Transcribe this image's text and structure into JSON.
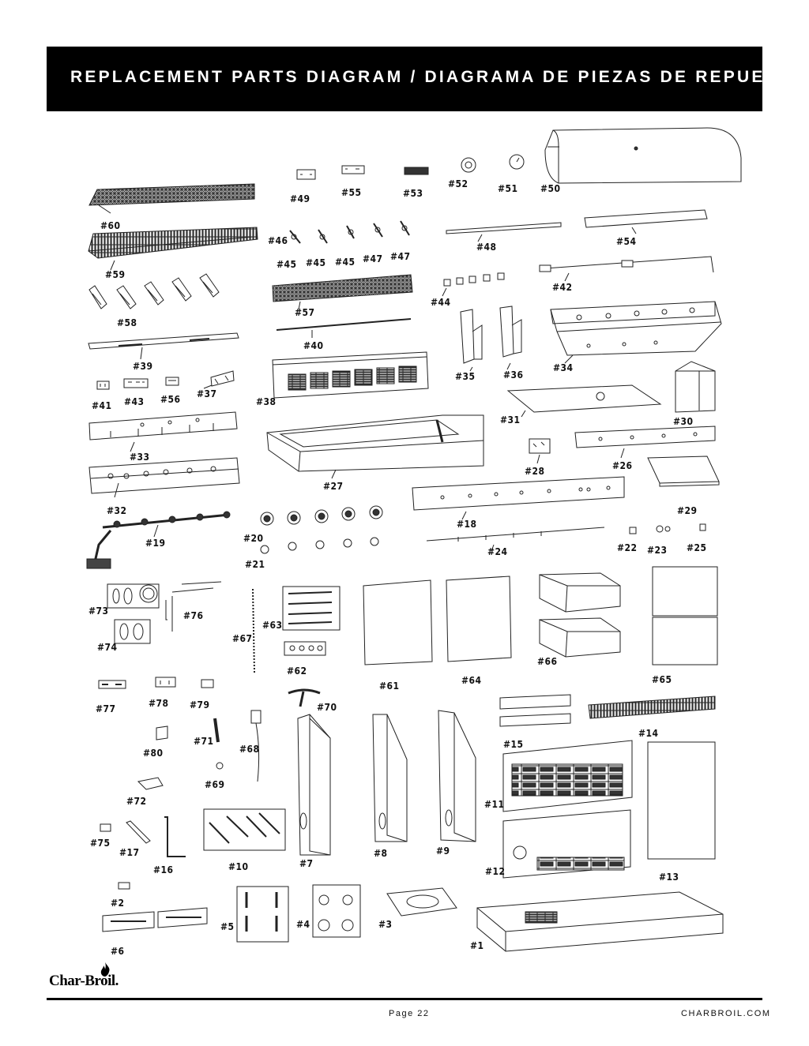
{
  "header": {
    "title": "REPLACEMENT PARTS DIAGRAM / DIAGRAMA DE PIEZAS DE REPUESTO"
  },
  "labels": [
    {
      "id": "49",
      "text": "#49"
    },
    {
      "id": "55",
      "text": "#55"
    },
    {
      "id": "53",
      "text": "#53"
    },
    {
      "id": "52",
      "text": "#52"
    },
    {
      "id": "51",
      "text": "#51"
    },
    {
      "id": "50",
      "text": "#50"
    },
    {
      "id": "60",
      "text": "#60"
    },
    {
      "id": "46",
      "text": "#46"
    },
    {
      "id": "45a",
      "text": "#45"
    },
    {
      "id": "45b",
      "text": "#45"
    },
    {
      "id": "45c",
      "text": "#45"
    },
    {
      "id": "47a",
      "text": "#47"
    },
    {
      "id": "47b",
      "text": "#47"
    },
    {
      "id": "48",
      "text": "#48"
    },
    {
      "id": "54",
      "text": "#54"
    },
    {
      "id": "59",
      "text": "#59"
    },
    {
      "id": "42",
      "text": "#42"
    },
    {
      "id": "57",
      "text": "#57"
    },
    {
      "id": "44",
      "text": "#44"
    },
    {
      "id": "58",
      "text": "#58"
    },
    {
      "id": "40",
      "text": "#40"
    },
    {
      "id": "39",
      "text": "#39"
    },
    {
      "id": "35",
      "text": "#35"
    },
    {
      "id": "36",
      "text": "#36"
    },
    {
      "id": "34",
      "text": "#34"
    },
    {
      "id": "41",
      "text": "#41"
    },
    {
      "id": "43",
      "text": "#43"
    },
    {
      "id": "56",
      "text": "#56"
    },
    {
      "id": "37",
      "text": "#37"
    },
    {
      "id": "38",
      "text": "#38"
    },
    {
      "id": "31",
      "text": "#31"
    },
    {
      "id": "30",
      "text": "#30"
    },
    {
      "id": "33",
      "text": "#33"
    },
    {
      "id": "28",
      "text": "#28"
    },
    {
      "id": "26",
      "text": "#26"
    },
    {
      "id": "27",
      "text": "#27"
    },
    {
      "id": "32",
      "text": "#32"
    },
    {
      "id": "29",
      "text": "#29"
    },
    {
      "id": "18",
      "text": "#18"
    },
    {
      "id": "19",
      "text": "#19"
    },
    {
      "id": "20",
      "text": "#20"
    },
    {
      "id": "21",
      "text": "#21"
    },
    {
      "id": "24",
      "text": "#24"
    },
    {
      "id": "22",
      "text": "#22"
    },
    {
      "id": "23",
      "text": "#23"
    },
    {
      "id": "25",
      "text": "#25"
    },
    {
      "id": "73",
      "text": "#73"
    },
    {
      "id": "76",
      "text": "#76"
    },
    {
      "id": "63",
      "text": "#63"
    },
    {
      "id": "67",
      "text": "#67"
    },
    {
      "id": "74",
      "text": "#74"
    },
    {
      "id": "66",
      "text": "#66"
    },
    {
      "id": "62",
      "text": "#62"
    },
    {
      "id": "61",
      "text": "#61"
    },
    {
      "id": "64",
      "text": "#64"
    },
    {
      "id": "65",
      "text": "#65"
    },
    {
      "id": "77",
      "text": "#77"
    },
    {
      "id": "78",
      "text": "#78"
    },
    {
      "id": "79",
      "text": "#79"
    },
    {
      "id": "70",
      "text": "#70"
    },
    {
      "id": "14",
      "text": "#14"
    },
    {
      "id": "15",
      "text": "#15"
    },
    {
      "id": "71",
      "text": "#71"
    },
    {
      "id": "80",
      "text": "#80"
    },
    {
      "id": "68",
      "text": "#68"
    },
    {
      "id": "69",
      "text": "#69"
    },
    {
      "id": "72",
      "text": "#72"
    },
    {
      "id": "11",
      "text": "#11"
    },
    {
      "id": "75",
      "text": "#75"
    },
    {
      "id": "17",
      "text": "#17"
    },
    {
      "id": "16",
      "text": "#16"
    },
    {
      "id": "10",
      "text": "#10"
    },
    {
      "id": "7",
      "text": "#7"
    },
    {
      "id": "8",
      "text": "#8"
    },
    {
      "id": "9",
      "text": "#9"
    },
    {
      "id": "12",
      "text": "#12"
    },
    {
      "id": "13",
      "text": "#13"
    },
    {
      "id": "2",
      "text": "#2"
    },
    {
      "id": "5",
      "text": "#5"
    },
    {
      "id": "4",
      "text": "#4"
    },
    {
      "id": "3",
      "text": "#3"
    },
    {
      "id": "1",
      "text": "#1"
    },
    {
      "id": "6",
      "text": "#6"
    }
  ],
  "brand": {
    "logo_text": "Char-Broil."
  },
  "footer": {
    "page": "Page 22",
    "site": "CHARBROIL.COM"
  }
}
